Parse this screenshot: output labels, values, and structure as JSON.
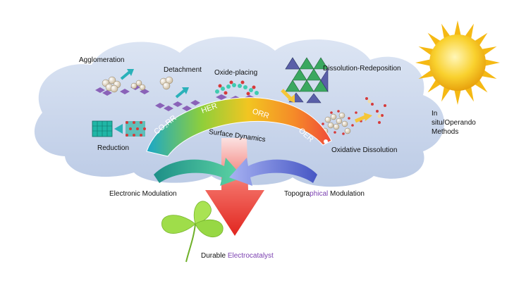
{
  "process_labels": {
    "agglomeration": "Agglomeration",
    "detachment": "Detachment",
    "oxide_placing": "Oxide-placing",
    "dissolution_redeposition": "Dissolution-Redeposition",
    "reduction": "Reduction",
    "oxidative_dissolution": "Oxidative Dissolution"
  },
  "arc": {
    "center_label": "Surface Dynamics",
    "reactions": [
      "CO₂RR",
      "HER",
      "ORR",
      "OER"
    ]
  },
  "sun_label": "In situ/Operando Methods",
  "modulations": {
    "left": "Electronic Modulation",
    "right_prefix": "Topogra",
    "right_accent": "phical",
    "right_suffix": " Modulation"
  },
  "result": {
    "prefix": "Durable ",
    "accent": "Electrocatalyst"
  },
  "colors": {
    "cloud": "#c9d6ec",
    "arc_start": "#1aa7c9",
    "arc_mid": "#f2c521",
    "arc_end": "#f04a3a",
    "left_arrow": "#2bb39a",
    "right_arrow": "#6b78d8",
    "down_arrow": "#e8322f",
    "sun": "#f7c21b",
    "leaf": "#9fdd4a",
    "accent_text": "#7a3fb0"
  }
}
